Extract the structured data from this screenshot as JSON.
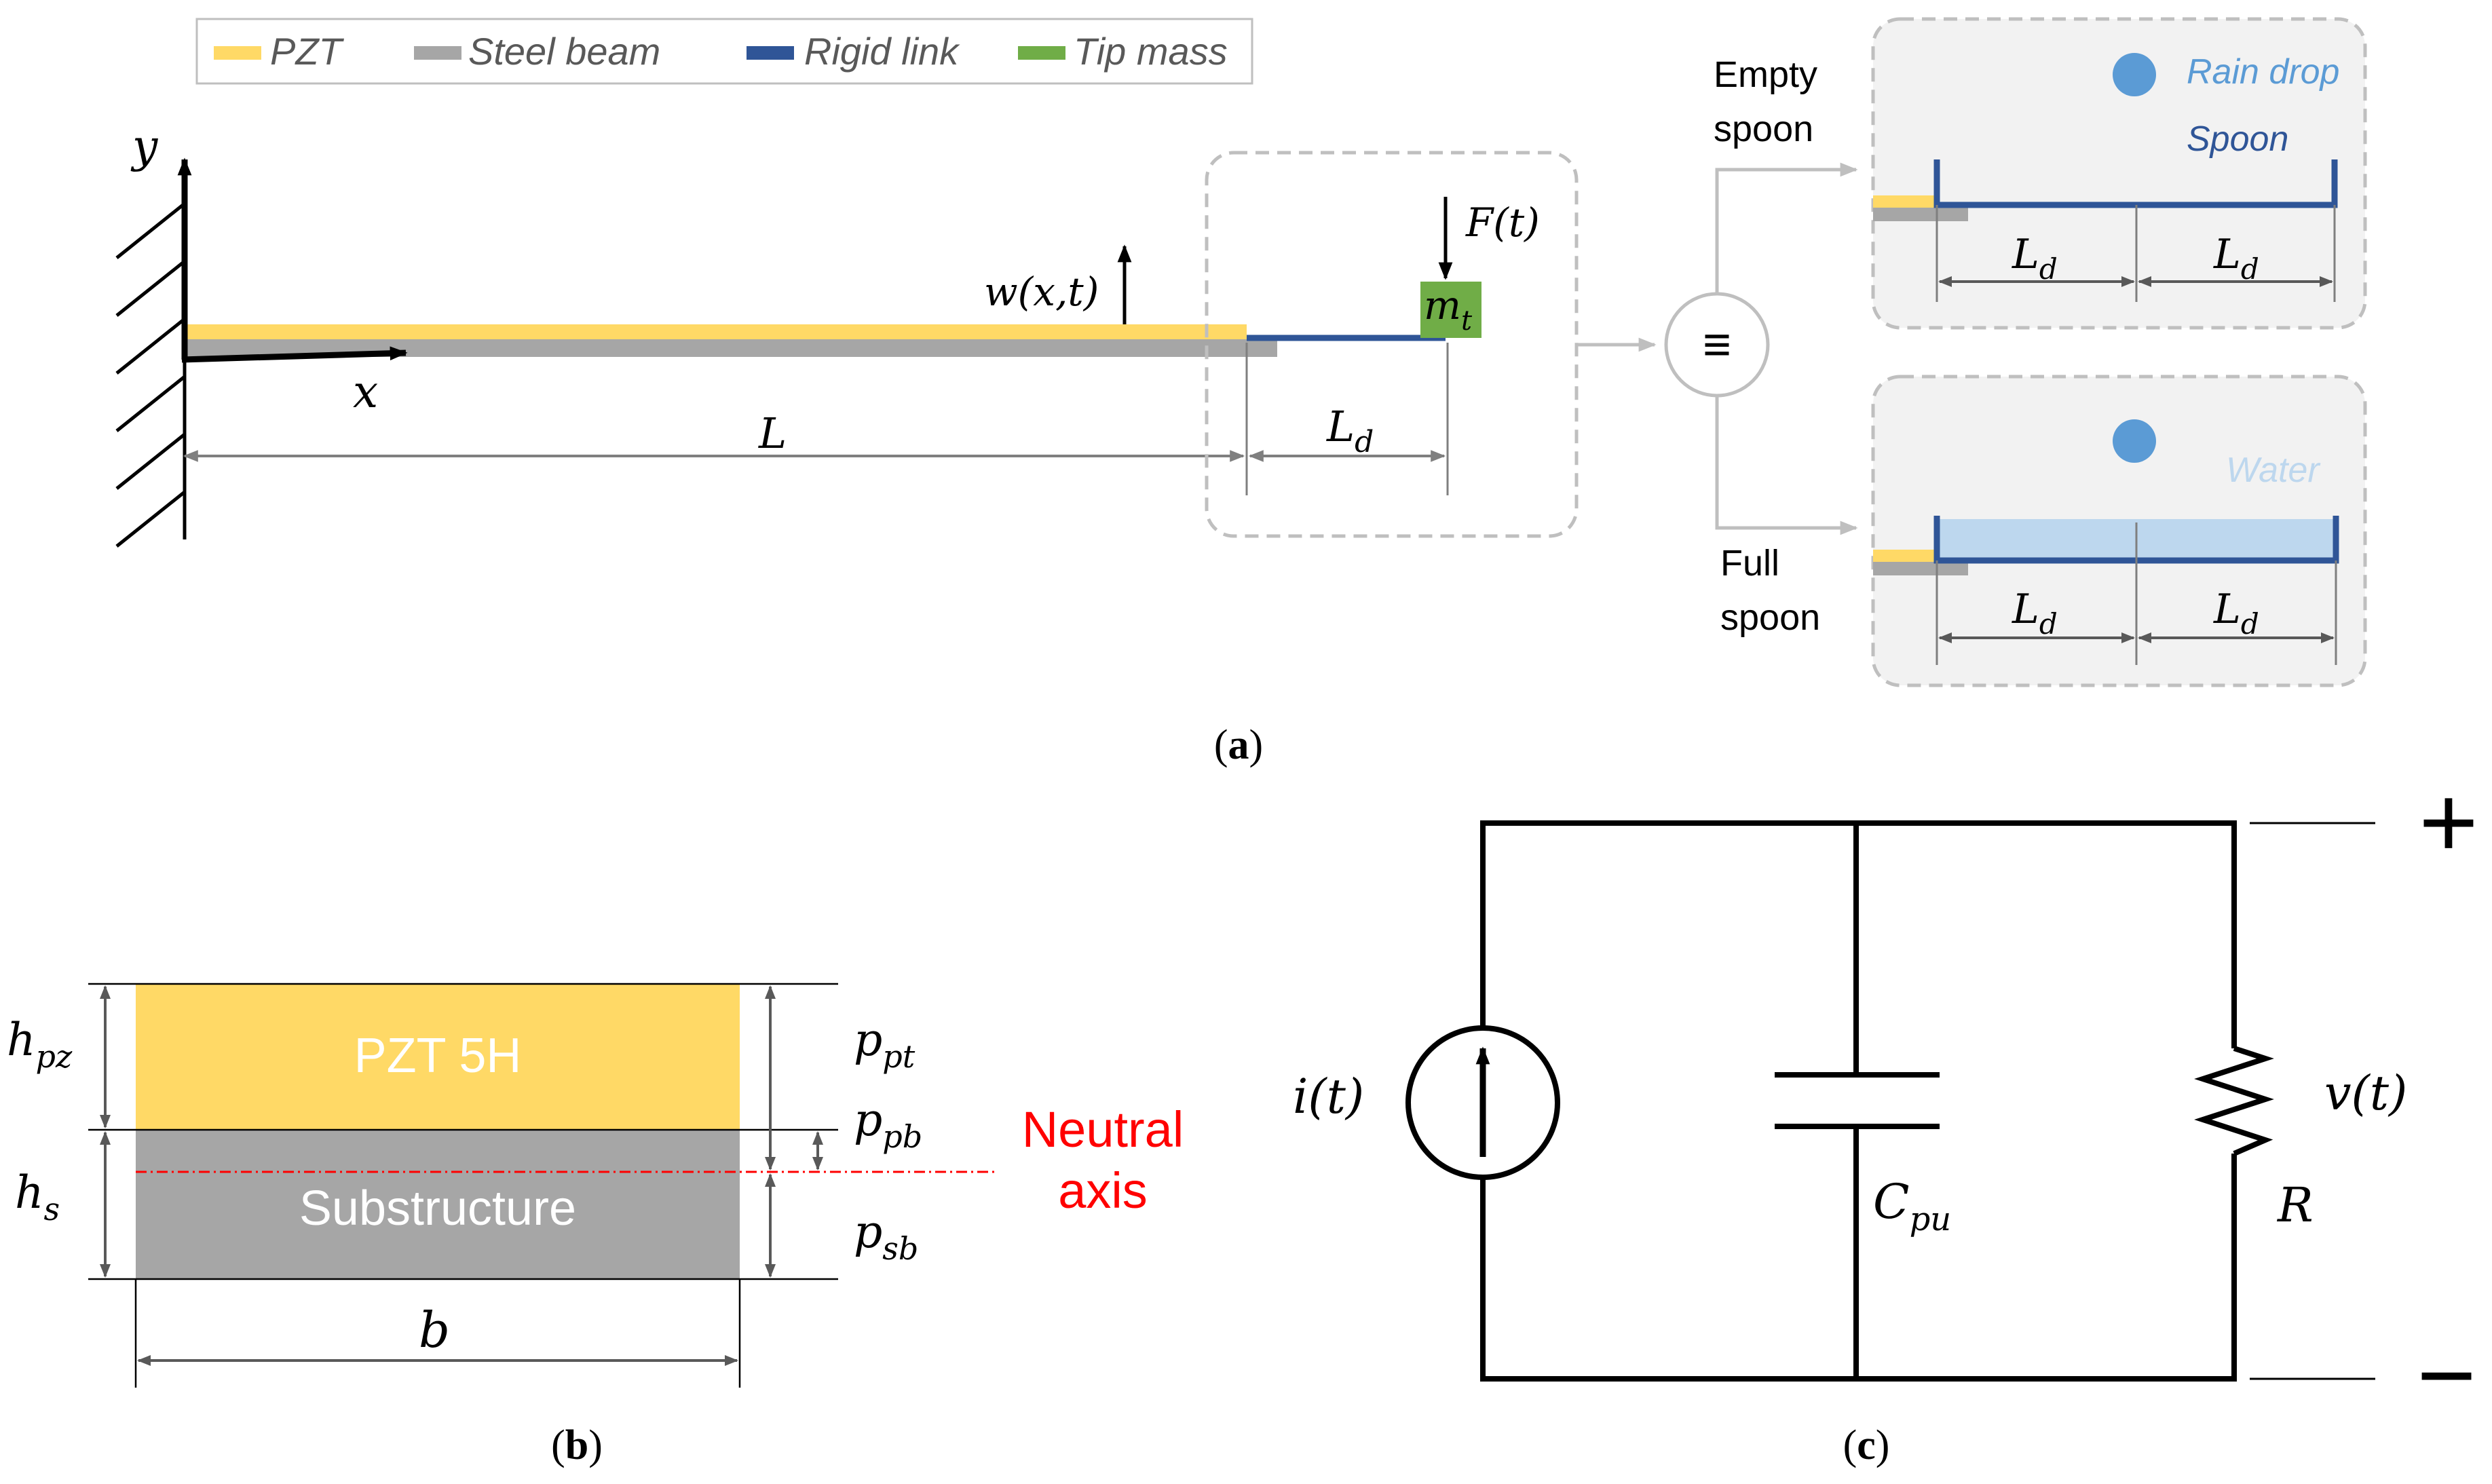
{
  "legend": {
    "pzt": "PZT",
    "steel": "Steel beam",
    "rigid": "Rigid link",
    "tip": "Tip mass"
  },
  "beam": {
    "y_axis": "y",
    "x_axis": "x",
    "deflection": "w(x,t)",
    "force": "F(t)",
    "mass": "m",
    "mass_sub": "t",
    "length": "L",
    "link_length": "L",
    "link_sub": "d",
    "equiv_symbol": "≡"
  },
  "spoons": {
    "empty_line1": "Empty",
    "empty_line2": "spoon",
    "full_line1": "Full",
    "full_line2": "spoon",
    "rain_drop": "Rain drop",
    "spoon": "Spoon",
    "water": "Water",
    "dim_main": "L",
    "dim_sub": "d"
  },
  "cross_section": {
    "pzt_label": "PZT 5H",
    "sub_label": "Substructure",
    "h_pz": "h",
    "h_pz_sub": "pz",
    "h_s": "h",
    "h_s_sub": "s",
    "p_pt": "p",
    "p_pt_sub": "pt",
    "p_pb": "p",
    "p_pb_sub": "pb",
    "p_sb": "p",
    "p_sb_sub": "sb",
    "neutral_1": "Neutral",
    "neutral_2": "axis",
    "width": "b"
  },
  "circuit": {
    "source": "i(t)",
    "cap": "C",
    "cap_sub": "pu",
    "resistor": "R",
    "voltage": "v(t)",
    "plus": "+",
    "minus": "−"
  },
  "captions": {
    "a": "a",
    "b": "b",
    "c": "c"
  },
  "colors": {
    "pzt": "#FFD966",
    "steel": "#A6A6A6",
    "rigid": "#2F5597",
    "tip_mass": "#70AD47",
    "rain_drop": "#5B9BD5",
    "water": "#BDD7EE",
    "neutral_axis": "#FF0000",
    "panel_bg": "#F2F2F2",
    "dashed": "#BFBFBF"
  }
}
